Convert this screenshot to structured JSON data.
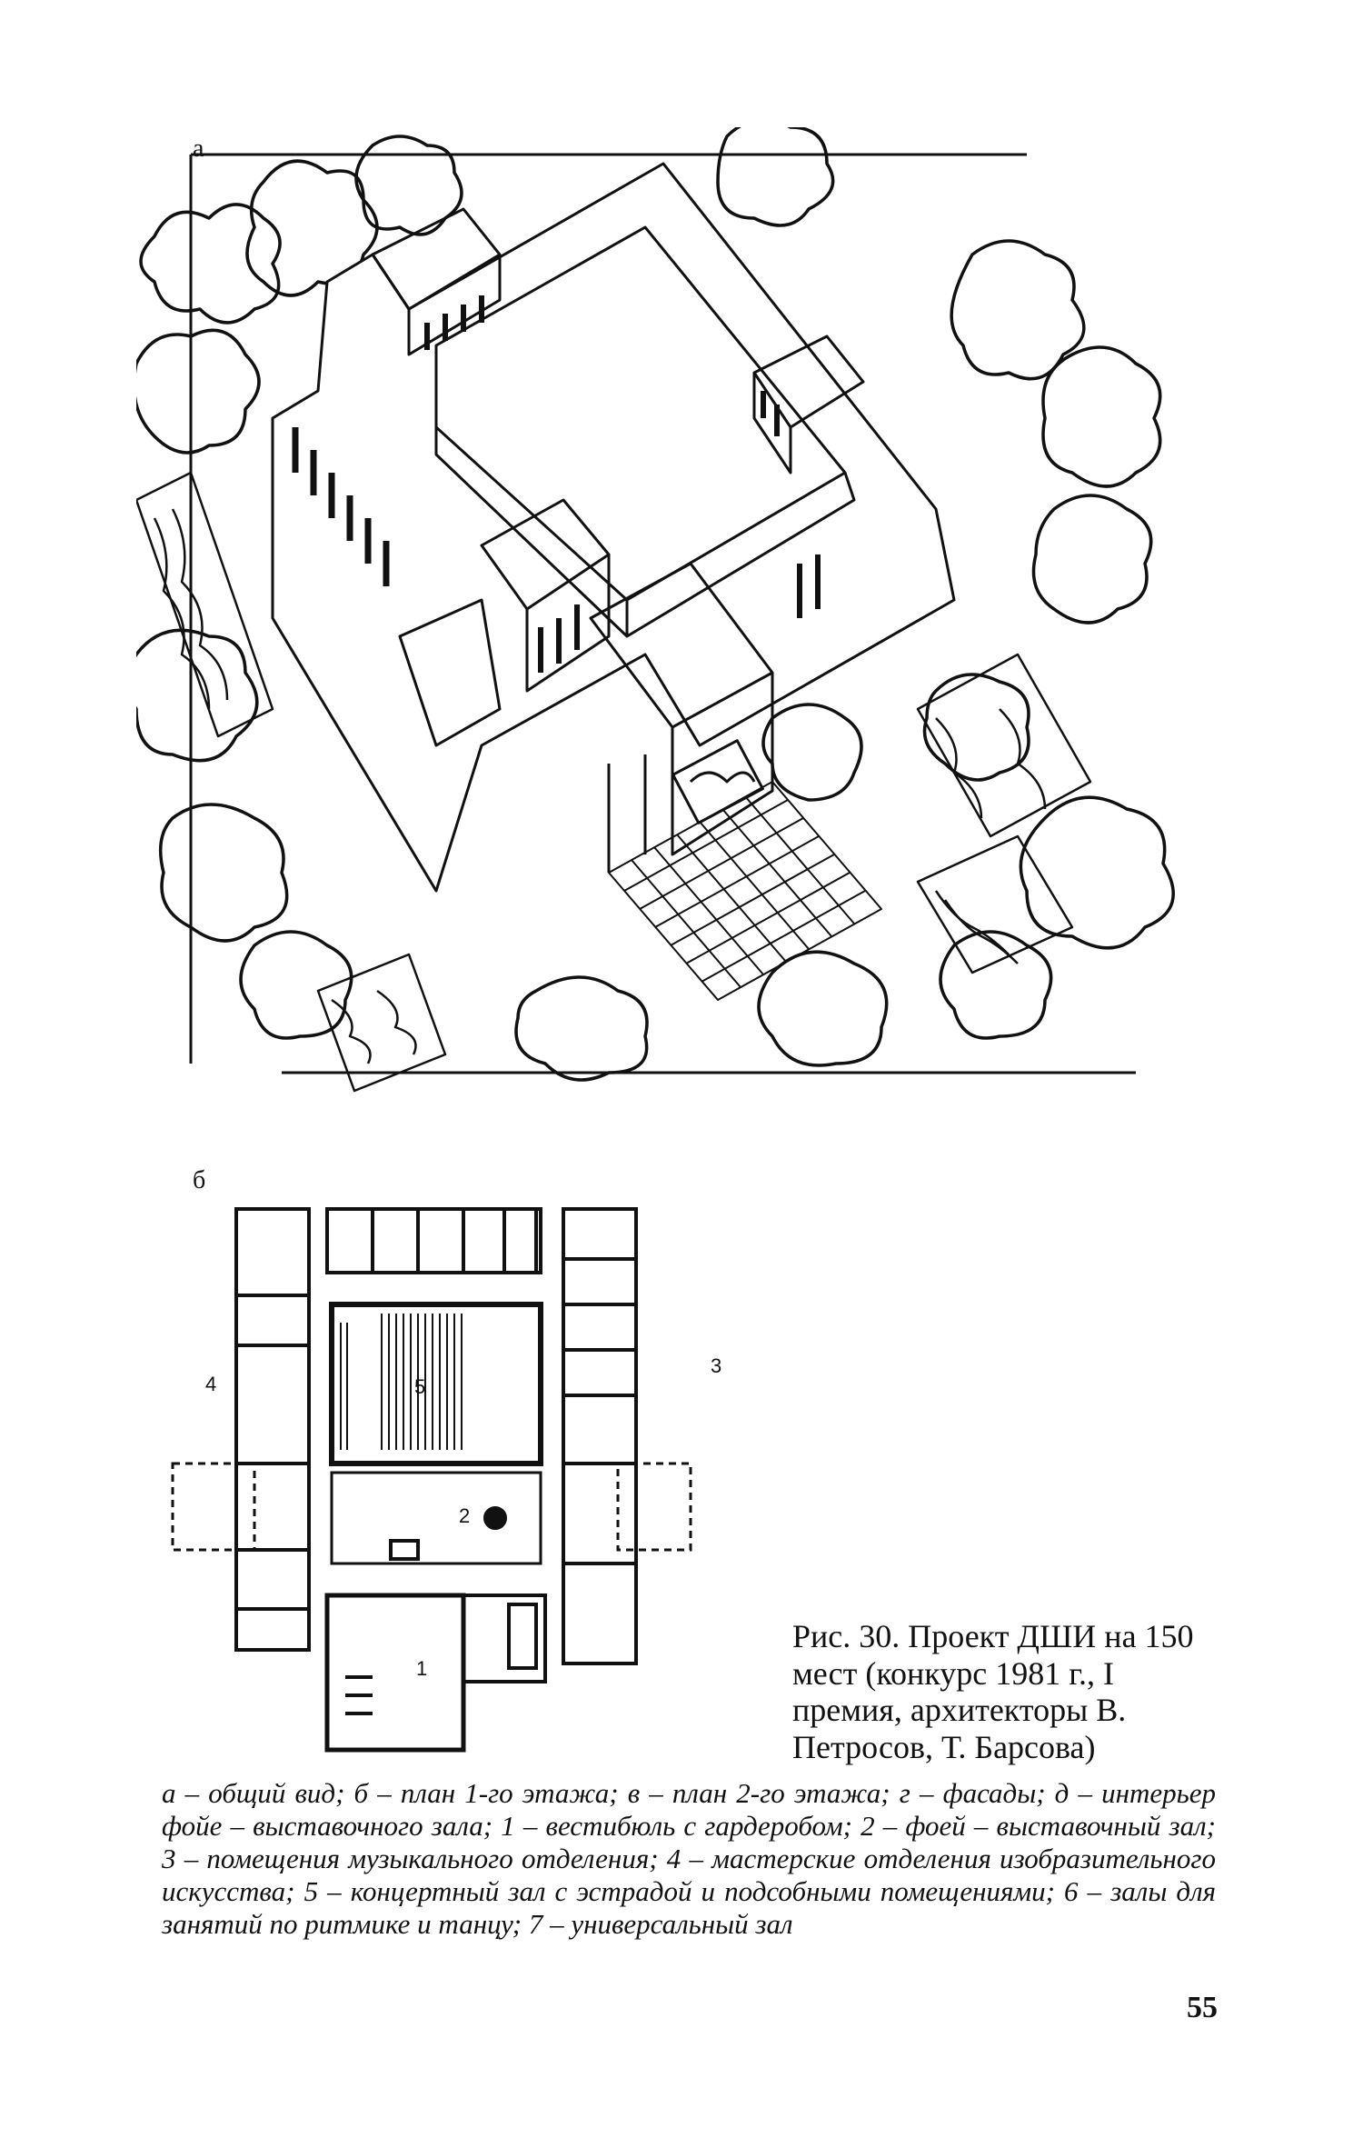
{
  "figure_a": {
    "letter": "а"
  },
  "figure_b": {
    "letter": "б",
    "room_numbers": {
      "n1": "1",
      "n2": "2",
      "n3": "3",
      "n4": "4",
      "n5": "5"
    }
  },
  "caption": {
    "title": "Рис. 30. Проект ДШИ на 150 мест (конкурс 1981 г., I премия, архитекторы В. Петросов, Т. Барсова)",
    "legend": "а – общий вид; б – план 1-го этажа; в – план 2-го этажа; г – фасады; д – интерьер фойе – выставочного зала; 1 – вестибюль с гардеробом; 2 – фоей – выставочный зал; 3 – помещения музыкального отделения; 4 – мастерские отделения изобразительного искусства; 5 – концертный зал с эстрадой и подсобными помещениями; 6 – залы для занятий по ритмике и танцу; 7 – универсальный зал"
  },
  "page_number": "55"
}
